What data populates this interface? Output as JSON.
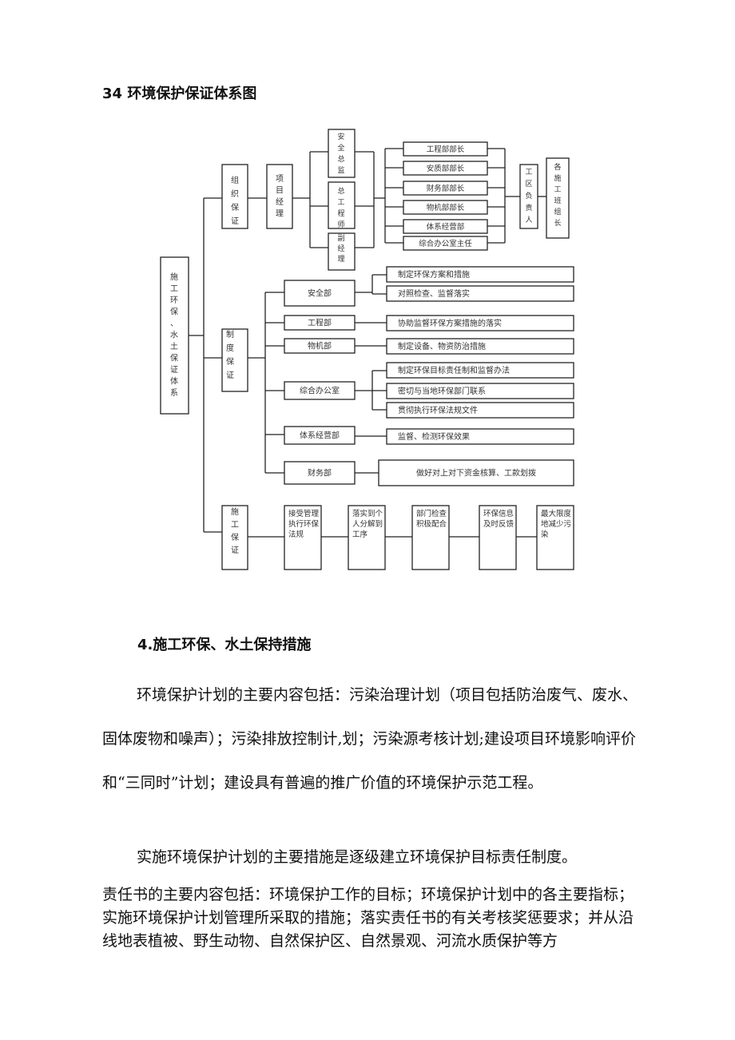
{
  "section_3_4_heading": "34 环境保护保证体系图",
  "diagram": {
    "root": "施工环保、水土保证体系",
    "organization_guarantee": {
      "label": "组织保证",
      "project_manager": "项目经理",
      "deputies": [
        "安全总监",
        "总工程师",
        "副经理"
      ],
      "departments": [
        "工程部部长",
        "安质部部长",
        "财务部部长",
        "物机部部长",
        "体系经营部",
        "综合办公室主任"
      ],
      "area_leader": "工区负责人",
      "team_leaders": "各施工班组长"
    },
    "system_guarantee": {
      "label": "制度保证",
      "departments": [
        {
          "name": "安全部",
          "duties": [
            "制定环保方案和措施",
            "对照检查、监督落实"
          ]
        },
        {
          "name": "工程部",
          "duties": [
            "协助监督环保方案措施的落实"
          ]
        },
        {
          "name": "物机部",
          "duties": [
            "制定设备、物资防治措施"
          ]
        },
        {
          "name": "综合办公室",
          "duties": [
            "制定环保目标责任制和监督办法",
            "密切与当地环保部门联系",
            "贯彻执行环保法规文件"
          ]
        },
        {
          "name": "体系经营部",
          "duties": [
            "监督、检测环保效果"
          ]
        },
        {
          "name": "财务部",
          "duties": [
            "做好对上对下资金核算、工款划拨"
          ]
        }
      ]
    },
    "construction_guarantee": {
      "label": "施工保证",
      "steps": [
        "接受管理执行环保法规",
        "落实到个人分解到工序",
        "部门检查积极配合",
        "环保信息及时反馈",
        "最大限度地减少污染"
      ]
    }
  },
  "section_4_heading": "4.施工环保、水土保持措施",
  "paragraph_1": "环境保护计划的主要内容包括：污染治理计划（项目包括防治废气、废水、固体废物和噪声）；污染排放控制计,划；污染源考核计划;建设项目环境影响评价和“三同时”计划；建设具有普遍的推广价值的环境保护示范工程。",
  "paragraph_2": "实施环境保护计划的主要措施是逐级建立环境保护目标责任制度。",
  "paragraph_3": "责任书的主要内容包括：环境保护工作的目标；环境保护计划中的各主要指标；实施环境保护计划管理所采取的措施；落实责任书的有关考核奖惩要求；并从沿线地表植被、野生动物、自然保护区、自然景观、河流水质保护等方"
}
